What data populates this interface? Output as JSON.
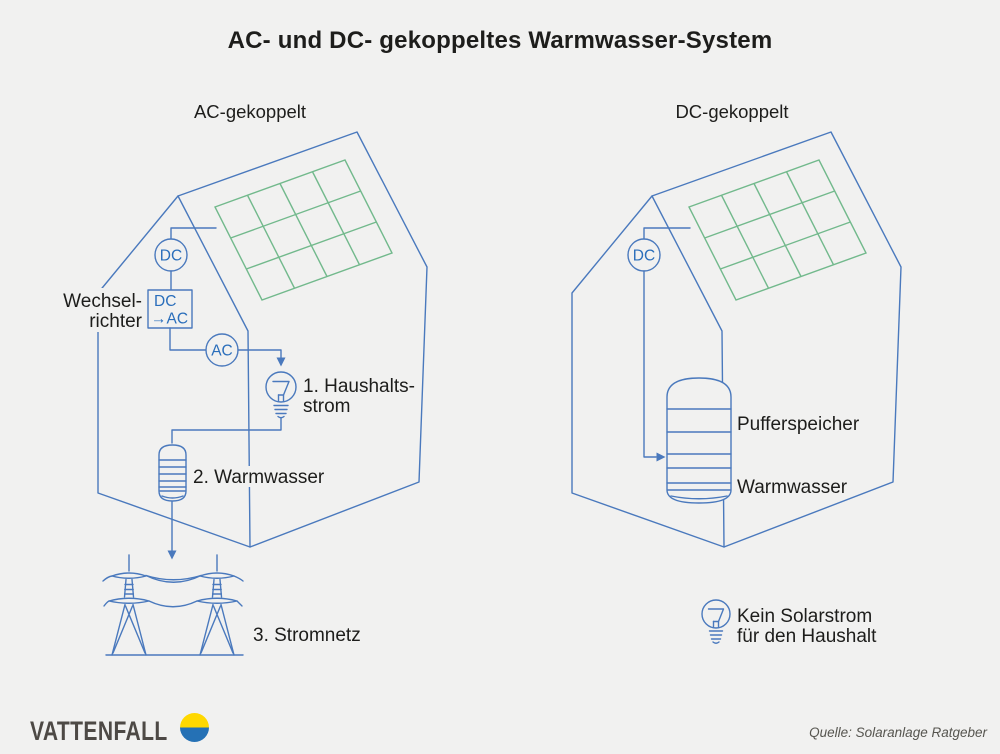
{
  "title": "AC- und DC- gekoppeltes Warmwasser-System",
  "left": {
    "heading": "AC-gekoppelt",
    "dc_badge": "DC",
    "ac_badge": "AC",
    "inverter_label_line1": "Wechsel-",
    "inverter_label_line2": "richter",
    "inverter_box_line1": "DC",
    "inverter_box_line2": "→AC",
    "step1_line1": "1. Haushalts-",
    "step1_line2": "strom",
    "step2": "2. Warmwasser",
    "step3": "3. Stromnetz"
  },
  "right": {
    "heading": "DC-gekoppelt",
    "dc_badge": "DC",
    "tank_line1": "Pufferspeicher",
    "tank_line2": "Warmwasser",
    "note_line1": "Kein Solarstrom",
    "note_line2": "für den Haushalt"
  },
  "footer": {
    "brand": "VATTENFALL",
    "source": "Quelle: Solaranlage Ratgeber"
  },
  "icons": {
    "solar_panel": "green-grid-on-roof",
    "dc_badge": "outlined-circle",
    "ac_badge": "outlined-circle",
    "inverter": "dc-to-ac-box",
    "lightbulb": "bulb-outline",
    "water_tank": "striped-cylinder",
    "power_grid": "transmission-towers",
    "brand_mark": "yellow-blue-circle"
  },
  "colors": {
    "background": "#f1f1f0",
    "diagram_blue": "#4a79bd",
    "badge_text_blue": "#2a6ebb",
    "panel_green": "#72b98c",
    "text_black": "#1d1d1b",
    "brand_gray": "#4d4945",
    "brand_yellow": "#ffd800",
    "brand_blue": "#2571b5",
    "source_gray": "#56554f"
  }
}
